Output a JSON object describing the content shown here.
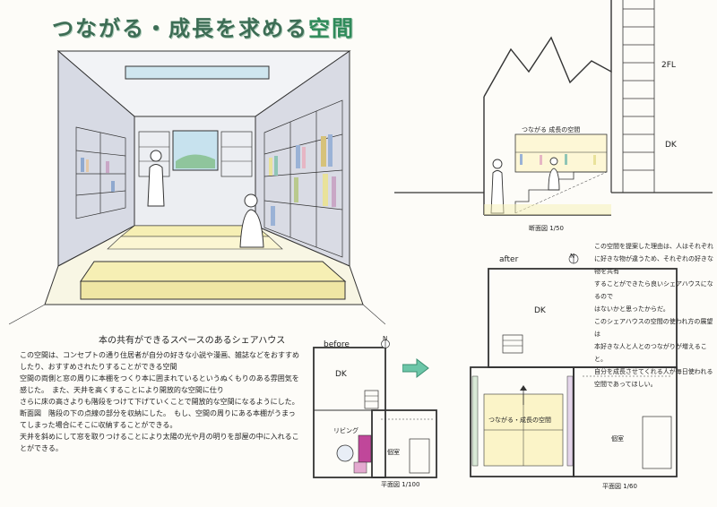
{
  "title": {
    "part1": "つながる・成長を求める",
    "part2": "空間"
  },
  "perspective": {
    "heading": "本の共有ができるスペースのあるシェアハウス"
  },
  "description": {
    "lines": [
      "この空間は、コンセプトの通り住居者が自分の好きな小説や漫画、雑誌などをおすすめしたり、おすすめされたりすることができる空間",
      "空間の両側と窓の周りに本棚をつくり本に囲まれているというぬくもりのある雰囲気を感じた。　また、天井を高くすることにより開放的な空間に仕り",
      "さらに床の高さよりも階段をつけて下げていくことで開放的な空間になるようにした。",
      "断面図　階段の下の点線の部分を収納にした。　もし、空間の周りにある本棚がうまってしまった場合にそこに収納することができる。",
      "天井を斜めにして窓を取りつけることにより太陽の光や月の明りを部屋の中に入れることができる。"
    ]
  },
  "section": {
    "floor_label": "2FL",
    "dk_label": "DK",
    "shelf_label": "つながる 成長の空間",
    "scale_label": "断面図 1/50"
  },
  "reason_text": {
    "lines": [
      "この空間を提案した理由は、人はそれぞれ",
      "に好きな物が違うため、それぞれの好きな物を共有",
      "することができたら良いシェアハウスになるので",
      "はないかと思ったからだ。",
      "このシェアハウスの空間の使われ方の展望は",
      "本好きな人と人とのつながりが増えること。",
      "自分を成長させてくれる人が毎日使われる",
      "空間であってほしい。"
    ]
  },
  "before_plan": {
    "label": "before",
    "dk_label": "DK",
    "living_label": "リビング",
    "room_label": "個室",
    "north": "N",
    "scale_label": "平面図 1/100"
  },
  "after_plan": {
    "label": "after",
    "dk_label": "DK",
    "space_label": "つながる・成長の空間",
    "room_label": "個室",
    "north": "N",
    "scale_label": "平面図 1/60"
  },
  "colors": {
    "title_green": "#3d6d55",
    "accent_green": "#2f8a5a",
    "arrow_teal": "#6cc6a8",
    "floor_yellow": "#f6efb4",
    "wall_gray": "#cfd3dc",
    "shelf_blue": "#9ab2d6",
    "pink": "#c0479a"
  },
  "icons": [
    "north-arrow-icon",
    "transition-arrow-icon"
  ]
}
